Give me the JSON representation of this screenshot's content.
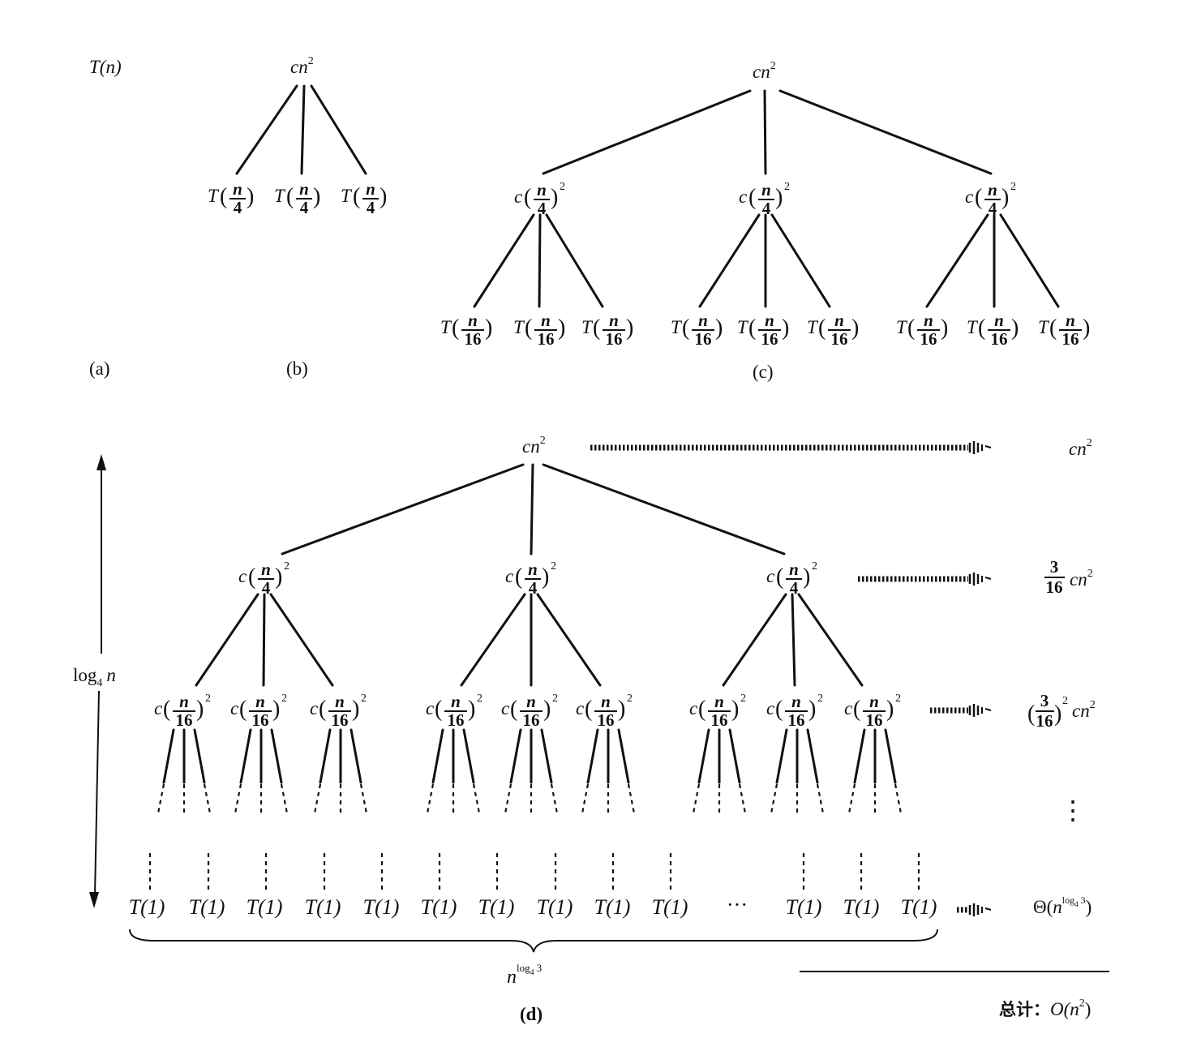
{
  "panels": {
    "a": {
      "caption": "(a)",
      "root": {
        "pre": "T(",
        "var": "n",
        "post": ")"
      }
    },
    "b": {
      "caption": "(b)",
      "root": {
        "base": "cn",
        "sup": "2"
      },
      "child": {
        "pre": "T",
        "num": "n",
        "den": "4"
      }
    },
    "c": {
      "caption": "(c)",
      "root": {
        "base": "cn",
        "sup": "2"
      },
      "mid": {
        "pre": "c",
        "num": "n",
        "den": "4",
        "sup": "2"
      },
      "leaf": {
        "pre": "T",
        "num": "n",
        "den": "16"
      }
    },
    "d": {
      "caption": "(d)",
      "root": {
        "base": "cn",
        "sup": "2"
      },
      "level1": {
        "pre": "c",
        "num": "n",
        "den": "4",
        "sup": "2"
      },
      "level2": {
        "pre": "c",
        "num": "n",
        "den": "16",
        "sup": "2"
      },
      "leaf_label": "T(1)",
      "ellipsis": "···",
      "height_label": {
        "base": "log",
        "sub": "4",
        "var": "n"
      },
      "leaf_count": {
        "base": "n",
        "sup": "log",
        "sub": "4",
        "sup2": "3"
      },
      "level_costs": [
        {
          "base": "cn",
          "sup": "2"
        },
        {
          "num": "3",
          "den": "16",
          "base": "cn",
          "sup": "2"
        },
        {
          "num": "3",
          "den": "16",
          "outer_sup": "2",
          "base": "cn",
          "sup": "2"
        },
        {
          "pre": "Θ(",
          "base": "n",
          "sup": "log",
          "sub": "4",
          "sup2": "3",
          "post": ")"
        }
      ],
      "vertical_ellipsis": "⋮",
      "total": {
        "label": "总计：",
        "pre": "O(",
        "base": "n",
        "sup": "2",
        "post": ")"
      }
    }
  }
}
